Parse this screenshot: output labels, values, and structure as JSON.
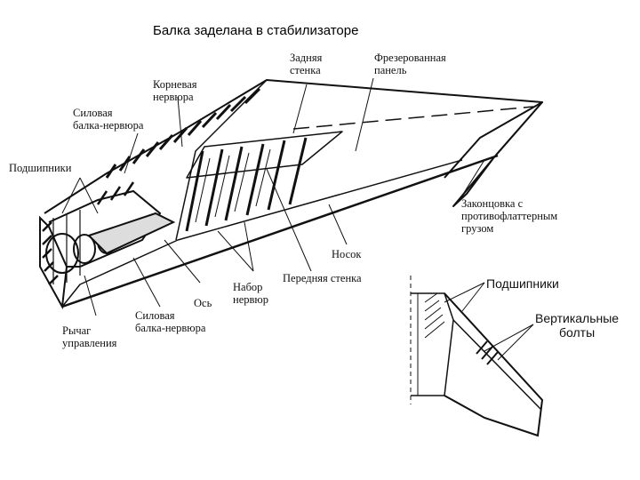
{
  "title": "Балка заделана в стабилизаторе",
  "main_labels": {
    "rear_wall": [
      "Задняя",
      "стенка"
    ],
    "milled_panel": [
      "Фрезерованная",
      "панель"
    ],
    "root_rib": [
      "Корневая",
      "нервюра"
    ],
    "power_beam_rib_top": [
      "Силовая",
      "балка-нервюра"
    ],
    "bearings": "Подшипники",
    "tip": [
      "Законцовка с",
      "противофлаттерным",
      "грузом"
    ],
    "nose": "Носок",
    "front_wall": "Передняя стенка",
    "rib_set": [
      "Набор",
      "нервюр"
    ],
    "axis": "Ось",
    "power_beam_rib_bottom": [
      "Силовая",
      "балка-нервюра"
    ],
    "control_lever": [
      "Рычаг",
      "управления"
    ]
  },
  "inset_labels": {
    "bearings": "Подшипники",
    "vertical_bolts": [
      "Вертикальные",
      "болты"
    ]
  }
}
